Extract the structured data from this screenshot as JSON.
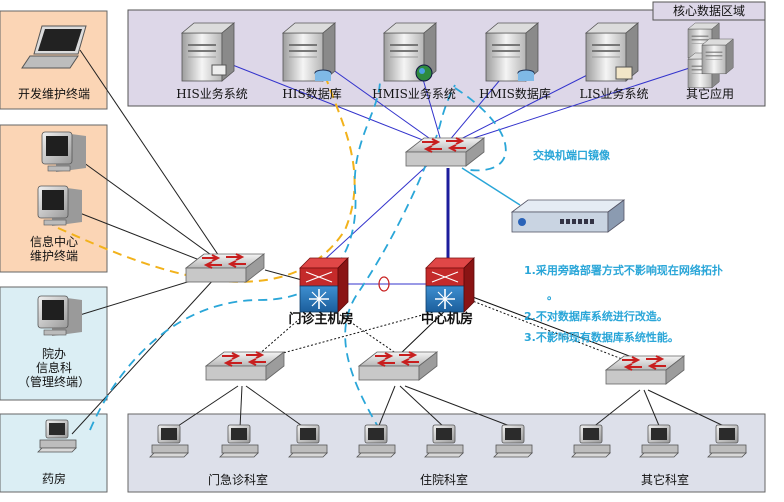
{
  "core_area": {
    "title": "核心数据区域"
  },
  "servers": [
    {
      "label": "HIS业务系统"
    },
    {
      "label": "HIS数据库"
    },
    {
      "label": "HMIS业务系统"
    },
    {
      "label": "HMIS数据库"
    },
    {
      "label": "LIS业务系统"
    },
    {
      "label": "其它应用"
    }
  ],
  "mirror_label": "交换机端口镜像",
  "left_panels": [
    {
      "label": "开发维护终端"
    },
    {
      "label_lines": [
        "信息中心",
        "维护终端"
      ]
    },
    {
      "label_lines": [
        "院办",
        "信息科",
        "（管理终端）"
      ]
    },
    {
      "label": "药房"
    }
  ],
  "rooms": {
    "outpatient": "门诊主机房",
    "center": "中心机房"
  },
  "departments": [
    {
      "label": "门急诊科室"
    },
    {
      "label": "住院科室"
    },
    {
      "label": "其它科室"
    }
  ],
  "notes": [
    "1.采用旁路部署方式不影响现在网络拓扑",
    "。",
    "2.不对数据库系统进行改造。",
    "3.不影响现有数据库系统性能。"
  ],
  "colors": {
    "core_bg": "#ddd7e8",
    "left_panel_bg": "#fbd5b5",
    "left_panel_bg2": "#dbeef4",
    "dept_bg": "#dde0ea",
    "switch_line": "#3333cc",
    "dash_orange": "#f2b21b",
    "dash_cyan": "#2aa6d8",
    "note": "#2aa6d8"
  }
}
